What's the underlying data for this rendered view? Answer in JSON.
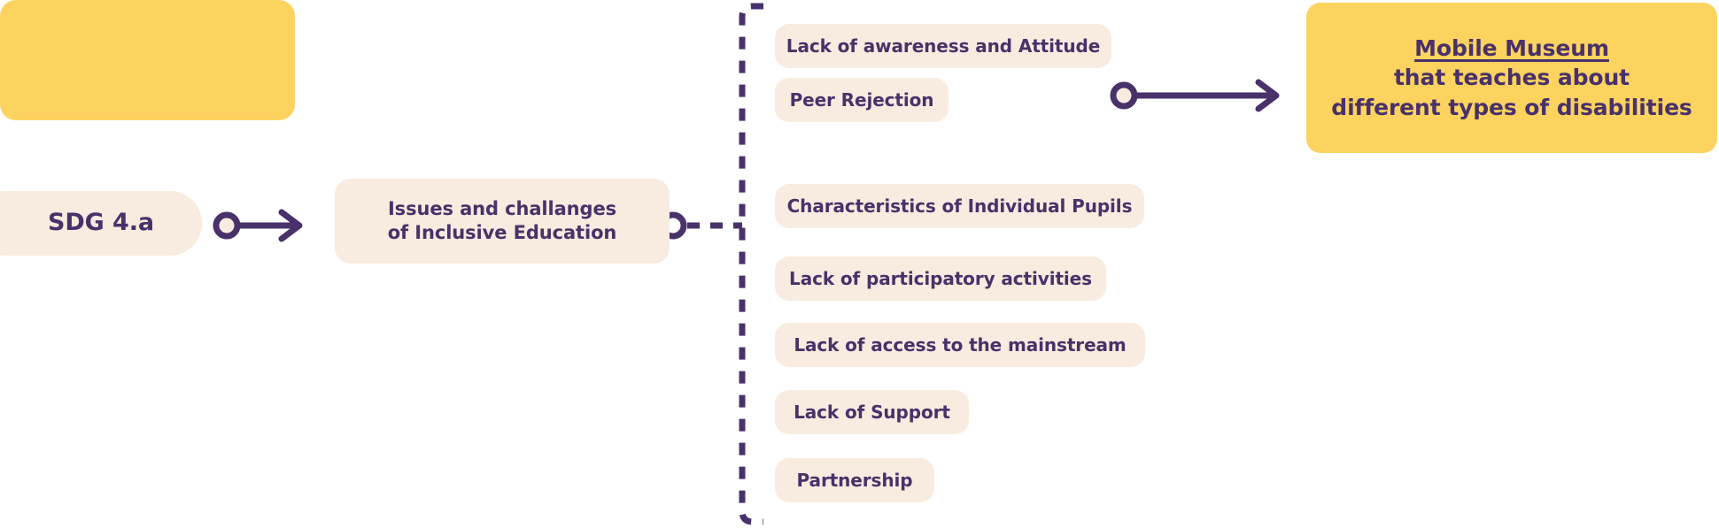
{
  "theme": {
    "background": "#ffffff",
    "cream": "#f7ecdf",
    "yellow": "#fcd35e",
    "purple": "#49316a"
  },
  "flow": {
    "start": {
      "label": "SDG 4.a"
    },
    "topic": {
      "line1": "Issues and challanges",
      "line2": "of Inclusive Education"
    },
    "issues": [
      {
        "label": "Lack of awareness and Attitude",
        "highlighted": true
      },
      {
        "label": "Peer Rejection",
        "highlighted": true
      },
      {
        "label": "Characteristics of Individual Pupils",
        "highlighted": false
      },
      {
        "label": "Lack of participatory activities",
        "highlighted": false
      },
      {
        "label": "Lack of access to the mainstream",
        "highlighted": false
      },
      {
        "label": "Lack of Support",
        "highlighted": false
      },
      {
        "label": "Partnership",
        "highlighted": false
      }
    ],
    "outcome": {
      "line1": "Mobile Museum ",
      "line2": "that teaches about",
      "line3": "different types of disabilities"
    }
  },
  "connectors": {
    "start_to_topic": "solid-arrow-connector",
    "topic_to_bracket": "dashed-connector",
    "bracket": "dashed-bracket",
    "highlight_to_outcome": "solid-arrow-connector"
  }
}
